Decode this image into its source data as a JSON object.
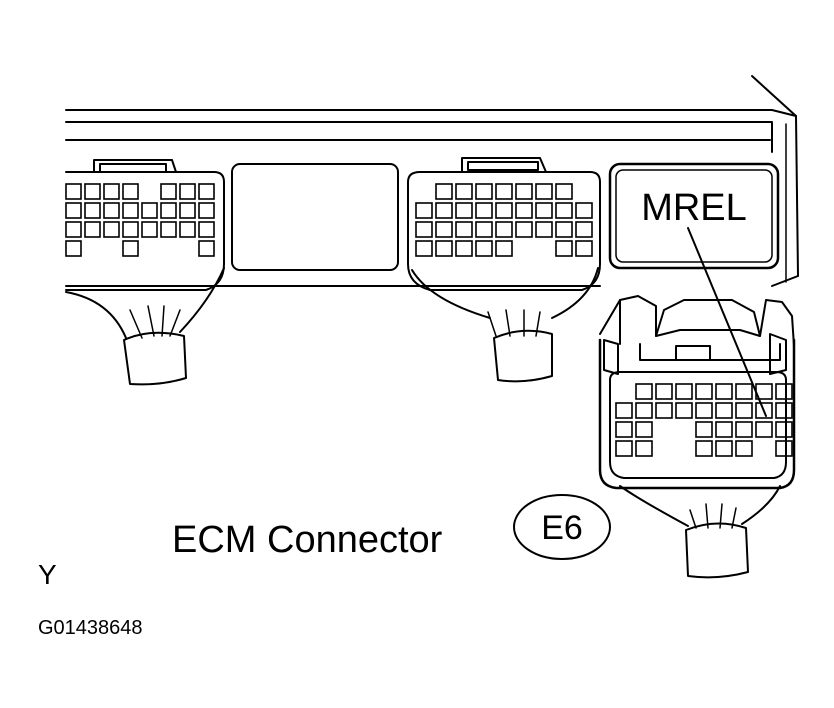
{
  "labels": {
    "terminal": "MREL",
    "connector_title": "ECM Connector",
    "connector_code": "E6",
    "orientation": "Y",
    "figure_id": "G01438648"
  },
  "colors": {
    "ink": "#000000",
    "paper": "#ffffff"
  }
}
